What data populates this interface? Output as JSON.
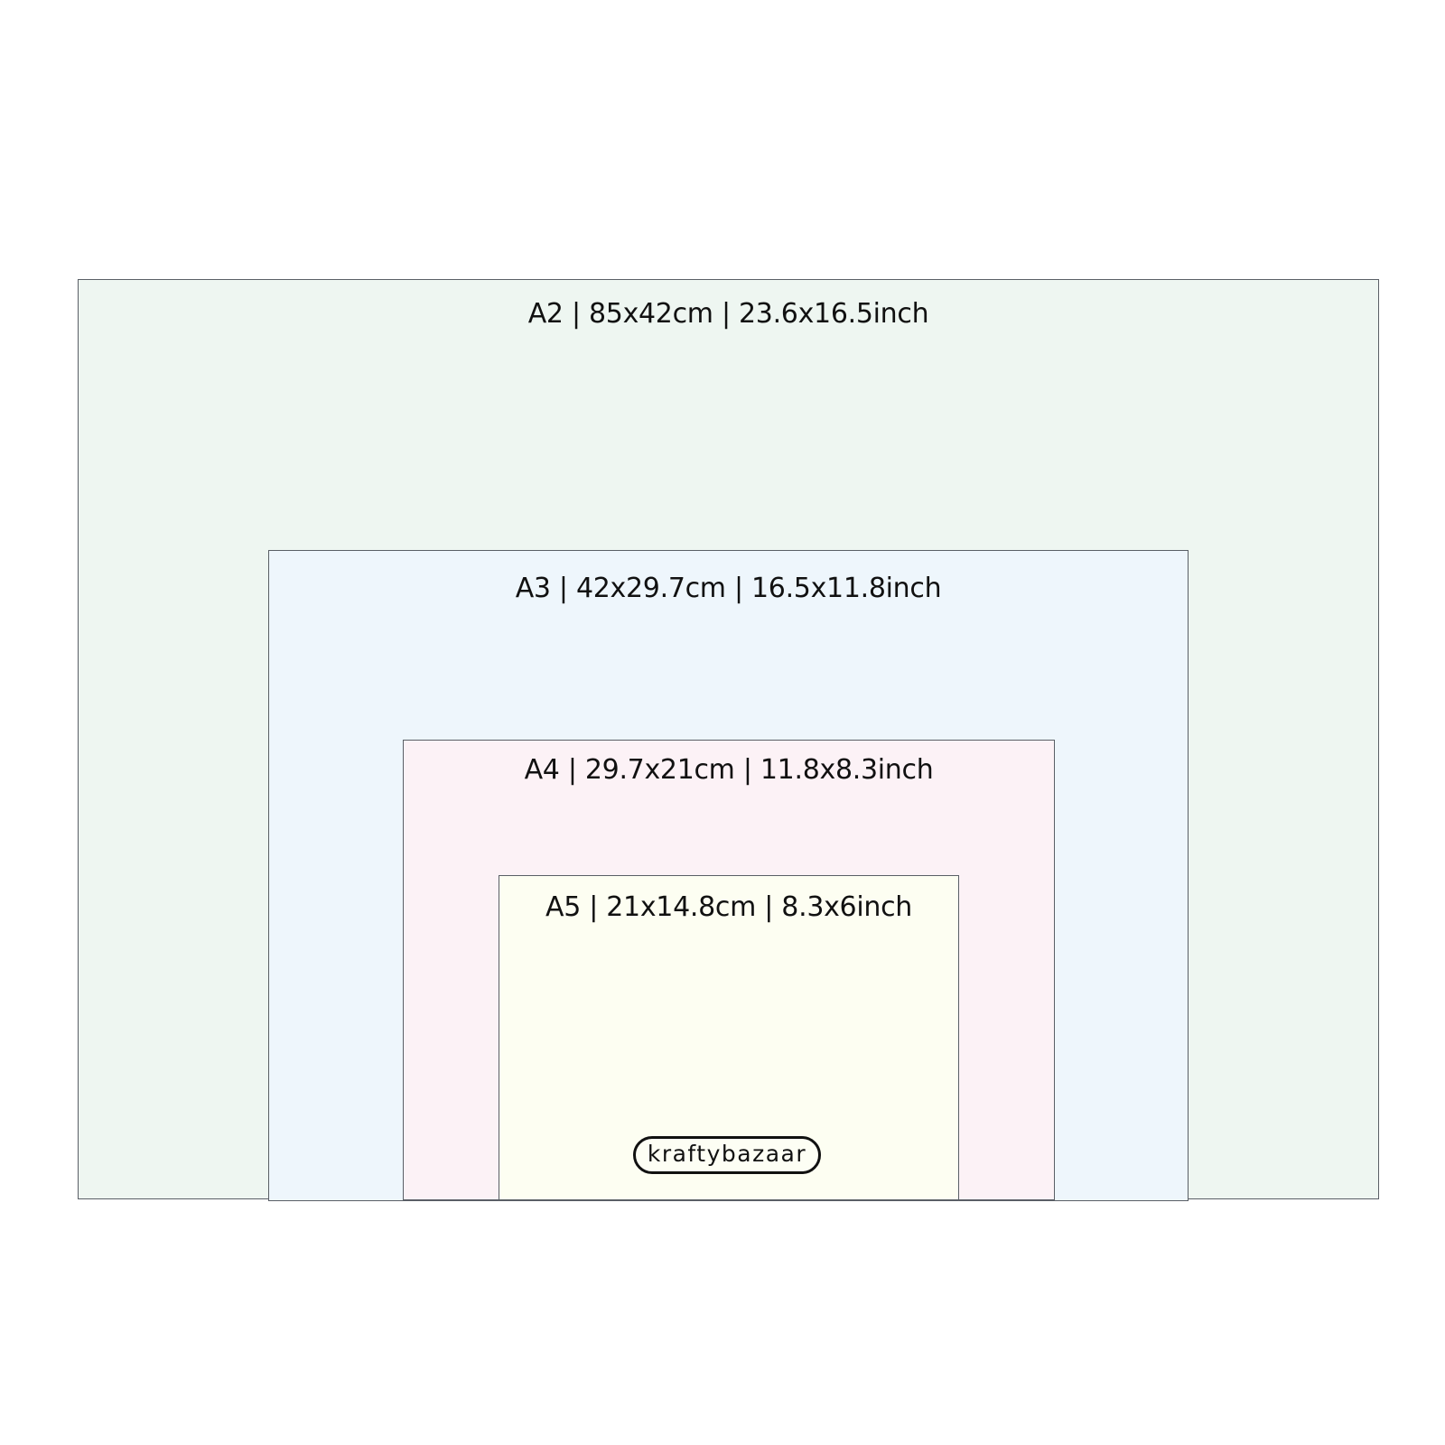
{
  "sheets": [
    {
      "id": "a2",
      "label": "A2 | 85x42cm | 23.6x16.5inch",
      "fill": "#eef6f1"
    },
    {
      "id": "a3",
      "label": "A3 | 42x29.7cm | 16.5x11.8inch",
      "fill": "#eef6fc"
    },
    {
      "id": "a4",
      "label": "A4 | 29.7x21cm | 11.8x8.3inch",
      "fill": "#fcf2f6"
    },
    {
      "id": "a5",
      "label": "A5 | 21x14.8cm | 8.3x6inch",
      "fill": "#fdfef2"
    }
  ],
  "brand": {
    "name": "kraftybazaar"
  },
  "colors": {
    "border": "#5a5f66",
    "text": "#111111",
    "background": "#ffffff"
  }
}
